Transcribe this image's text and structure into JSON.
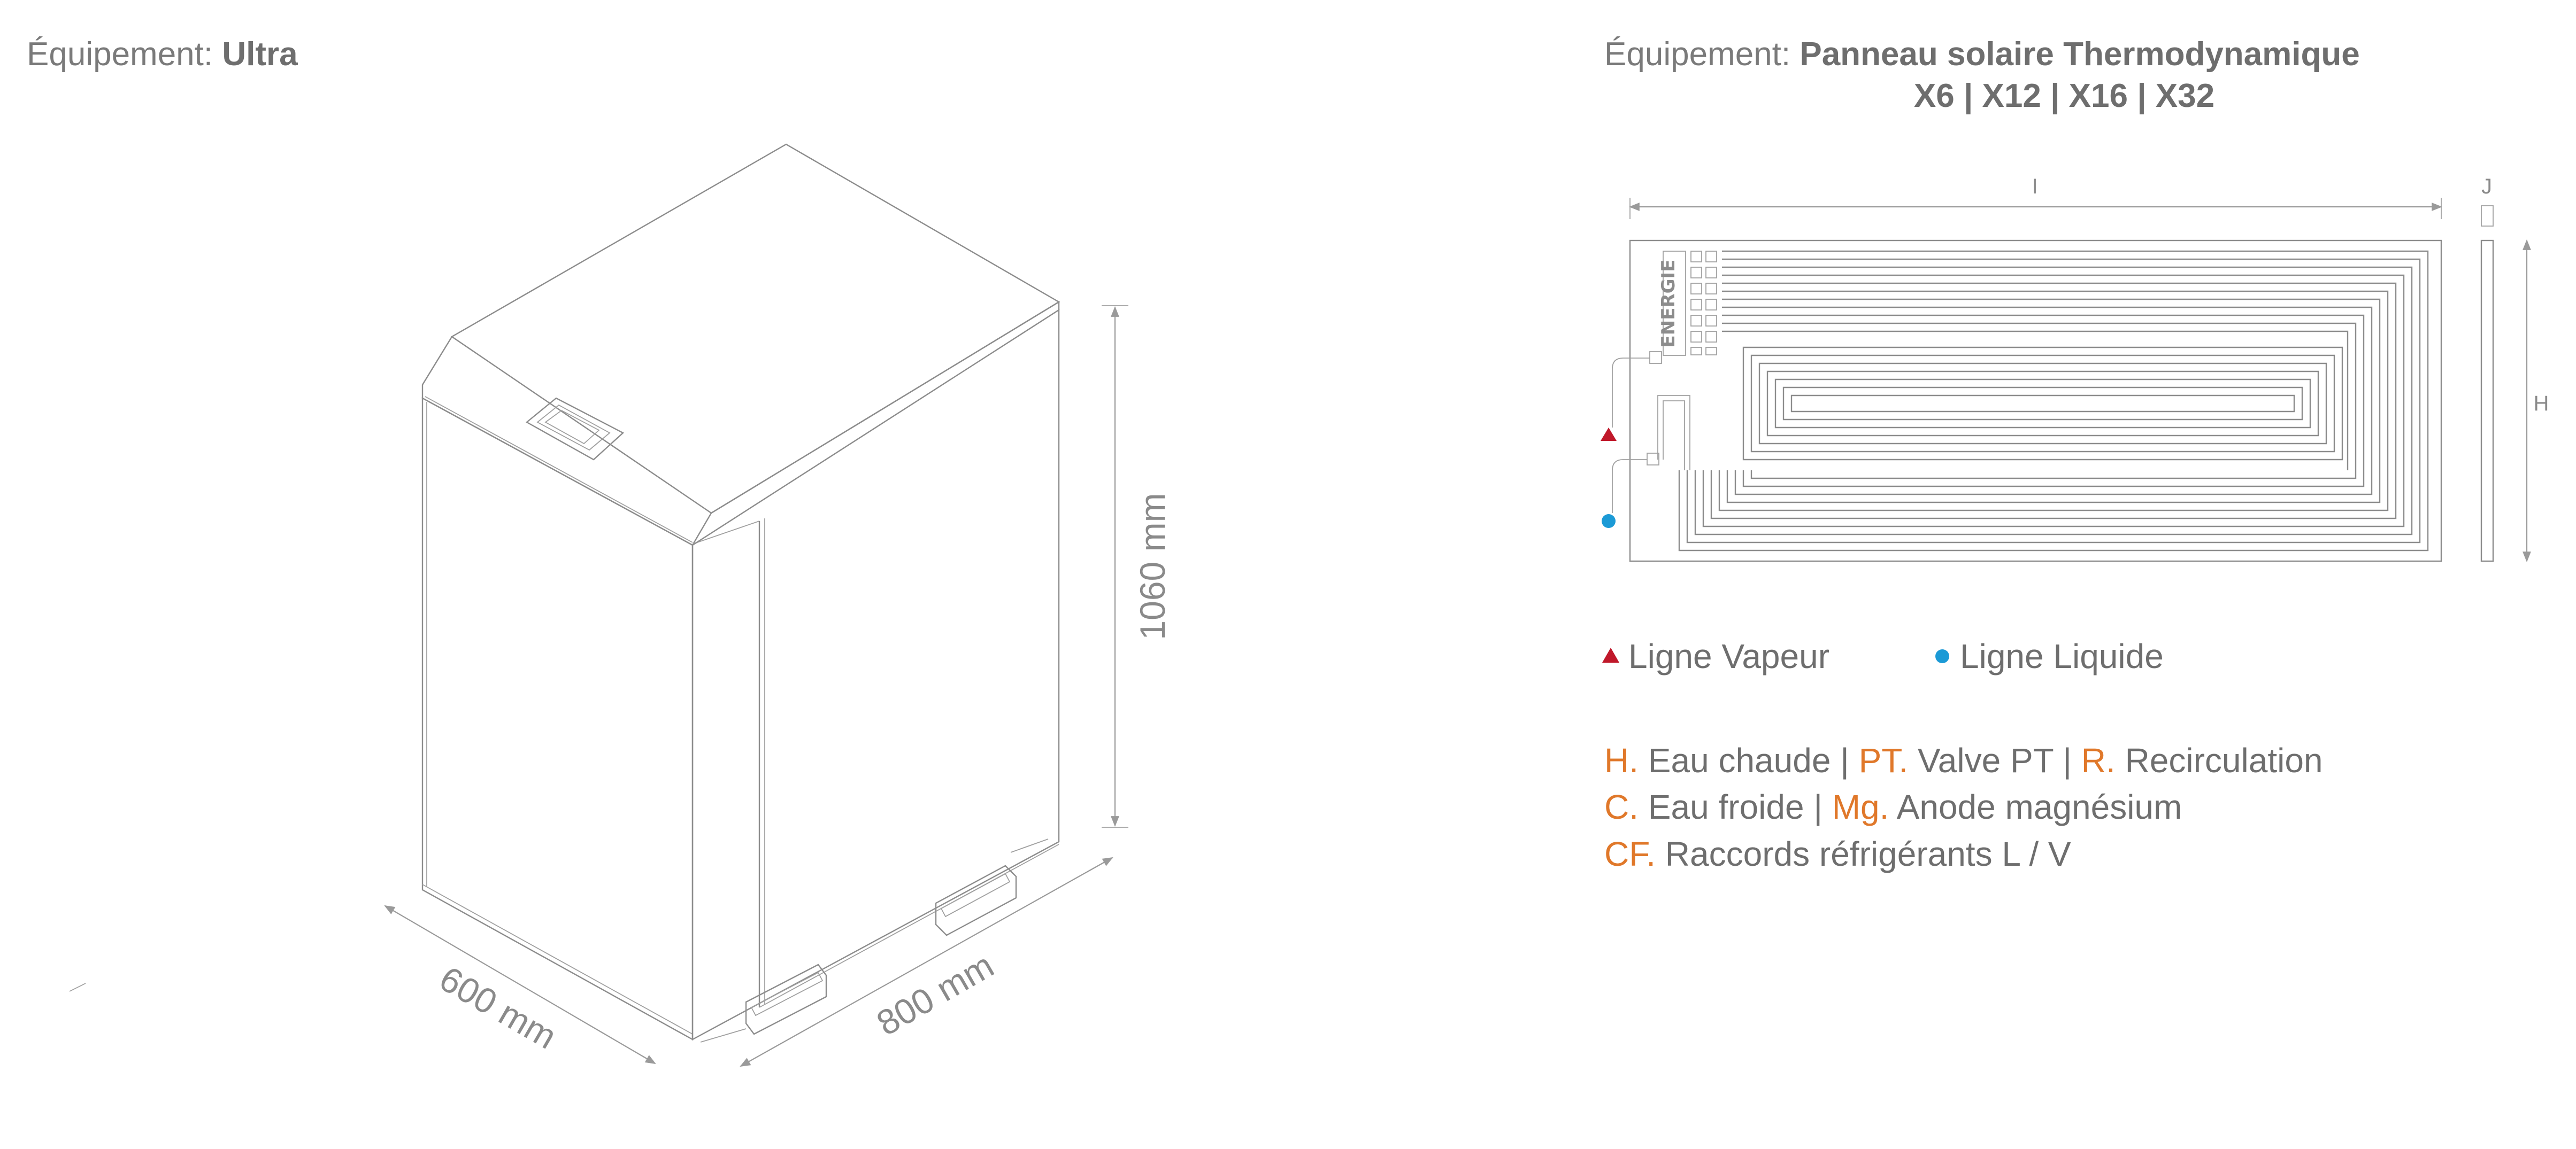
{
  "left": {
    "title_prefix": "Équipement: ",
    "title_name": "Ultra",
    "dim_height": "1060 mm",
    "dim_width": "600 mm",
    "dim_depth": "800 mm"
  },
  "right": {
    "title_prefix": "Équipement: ",
    "title_name": "Panneau solaire Thermodynamique",
    "title_models": "X6 | X12 | X16 | X32",
    "panel_text": "ENERGIE",
    "label_I": "I",
    "label_J": "J",
    "label_H": "H",
    "line_vapeur": "Ligne Vapeur",
    "line_liquide": "Ligne Liquide",
    "vapeur_color": "#c0182a",
    "liquide_color": "#1b9ad6"
  },
  "codes": {
    "accent": "#e0782a",
    "rows": [
      [
        {
          "code": "H.",
          "label": " Eau chaude  | "
        },
        {
          "code": "PT.",
          "label": " Valve PT  | "
        },
        {
          "code": "R.",
          "label": " Recirculation"
        }
      ],
      [
        {
          "code": "C.",
          "label": " Eau froide  | "
        },
        {
          "code": "Mg.",
          "label": " Anode magnésium"
        }
      ],
      [
        {
          "code": "CF.",
          "label": " Raccords réfrigérants L / V"
        }
      ]
    ]
  }
}
